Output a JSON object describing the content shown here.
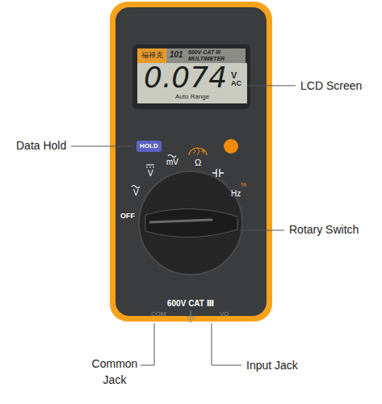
{
  "diagram": {
    "nodes": [
      {
        "text": [
          "0.074",
          "V",
          "AC",
          "Auto Range"
        ]
      },
      {
        "text": [
          "HOLD"
        ]
      }
    ],
    "labels": [
      "福禄克",
      "101",
      "600V CAT III",
      "MULTIMETER",
      "V",
      "V",
      "mV",
      "Ω",
      "Hz",
      "%",
      "OFF",
      "600V CAT Ⅲ",
      "COM",
      "VΩ",
      "LCD Screen",
      "Data Hold",
      "Rotary Switch",
      "Common Jack",
      "Input Jack"
    ]
  }
}
